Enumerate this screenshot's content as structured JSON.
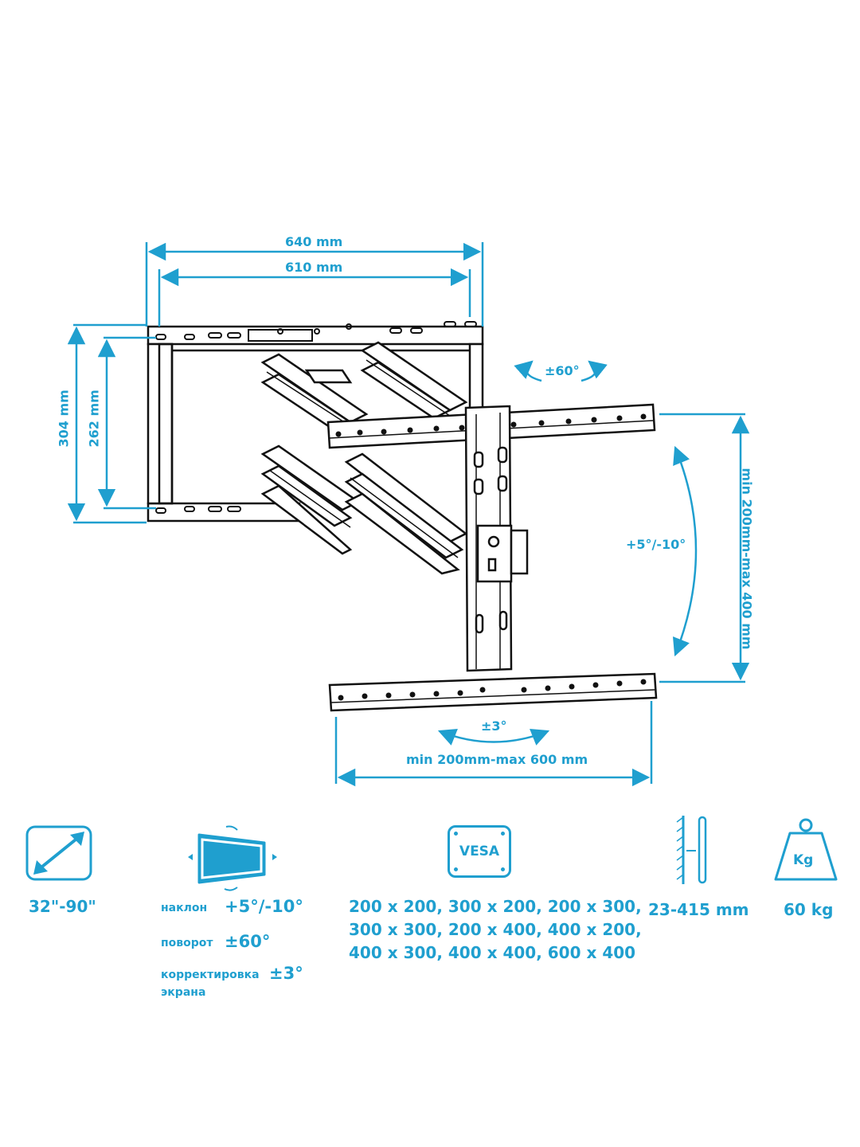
{
  "colors": {
    "accent": "#1f9fcf",
    "line": "#111111",
    "background": "#ffffff"
  },
  "dimensions": {
    "width_outer": "640 mm",
    "width_inner": "610 mm",
    "height_outer": "304 mm",
    "height_inner": "262 mm",
    "swivel": "±60°",
    "tilt": "+5°/-10°",
    "vertical_range": "min 200mm-max 400 mm",
    "level": "±3°",
    "horizontal_range": "min 200mm-max 600 mm"
  },
  "specs": {
    "screen_size": {
      "icon": "diagonal-arrow-icon",
      "value": "32\"-90\""
    },
    "adjustments": {
      "icon": "tilt-screen-icon",
      "tilt_label": "наклон",
      "tilt_value": "+5°/-10°",
      "swivel_label": "поворот",
      "swivel_value": "±60°",
      "level_label_1": "корректировка",
      "level_label_2": "экрана",
      "level_value": "±3°"
    },
    "vesa": {
      "icon_text": "VESA",
      "line1": "200 x 200, 300 x 200, 200 x 300,",
      "line2": "300 x 300, 200 x 400, 400 x 200,",
      "line3": "400 x 300, 400 x 400, 600 x 400"
    },
    "wall_distance": {
      "icon": "wall-distance-icon",
      "value": "23-415 mm"
    },
    "load": {
      "icon_text": "Kg",
      "value": "60 kg"
    }
  }
}
